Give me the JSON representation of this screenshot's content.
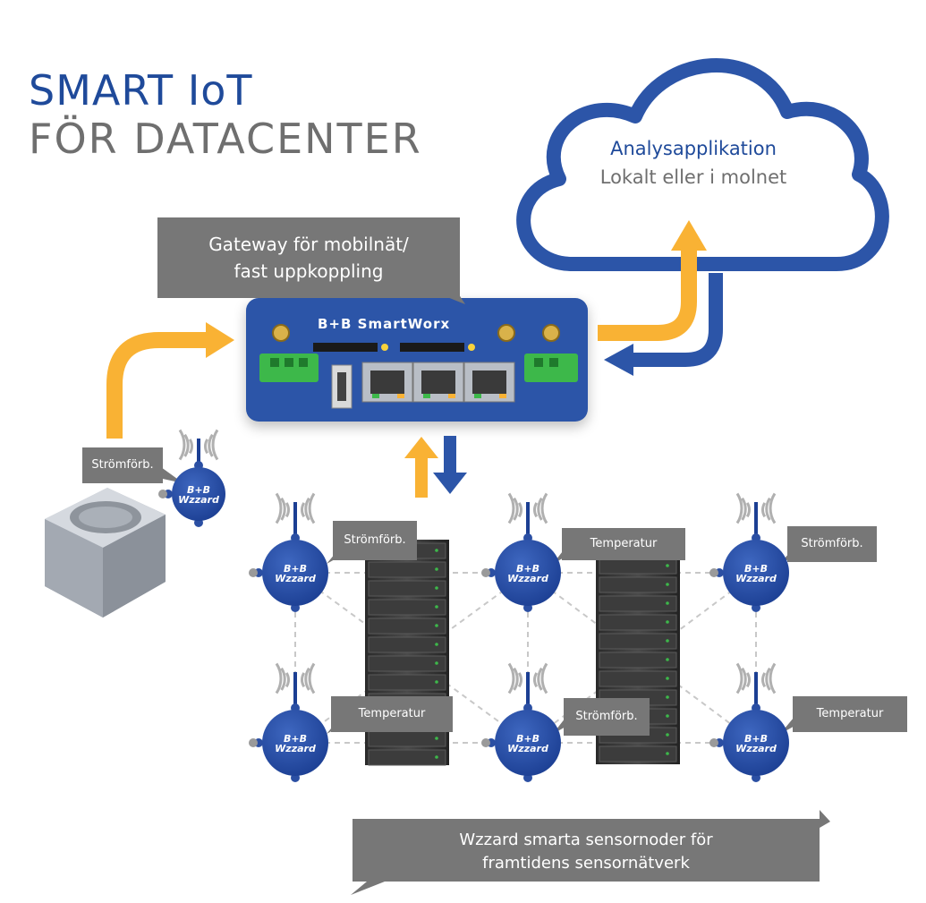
{
  "title": {
    "line1": "SMART IoT",
    "line2": "FÖR DATACENTER"
  },
  "cloud": {
    "line1": "Analysapplikation",
    "line2": "Lokalt eller i molnet"
  },
  "gateway": {
    "line1": "Gateway för mobilnät/",
    "line2": "fast uppkoppling",
    "brand": "B+B SmartWorx"
  },
  "sensor_brand": {
    "top": "B+B",
    "bottom": "Wzzard"
  },
  "sensors": {
    "ac": "Strömförb.",
    "r1c1": "Strömförb.",
    "r1c2": "Temperatur",
    "r1c3": "Strömförb.",
    "r2c1": "Temperatur",
    "r2c2": "Strömförb.",
    "r2c3": "Temperatur"
  },
  "footer": {
    "line1": "Wzzard smarta sensornoder för",
    "line2": "framtidens sensornätverk"
  },
  "colors": {
    "blue": "#1f4a9a",
    "orange": "#f9b234",
    "gray": "#777777",
    "router": "#2c55a8",
    "green": "#3db84a"
  }
}
